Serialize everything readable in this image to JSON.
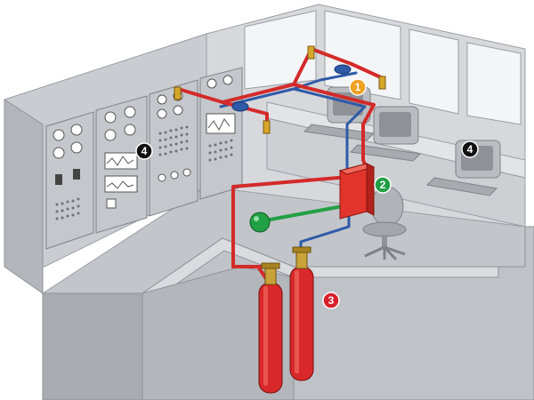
{
  "callouts": [
    {
      "id": "1",
      "label": "1",
      "color": "#f0a020"
    },
    {
      "id": "2",
      "label": "2",
      "color": "#22a046"
    },
    {
      "id": "3",
      "label": "3",
      "color": "#d8202a"
    },
    {
      "id": "4a",
      "label": "4",
      "color": "#111111"
    },
    {
      "id": "4b",
      "label": "4",
      "color": "#111111"
    }
  ],
  "colors": {
    "wall": "#c9ccd0",
    "wall_dark": "#a9adb2",
    "wall_light": "#dfe1e4",
    "floor": "#b7bbbf",
    "pipe_red": "#d42a2a",
    "pipe_blue": "#2e5aa8",
    "pipe_green": "#22a046",
    "cylinder": "#d8282a",
    "panel": "#c4c7cb"
  }
}
